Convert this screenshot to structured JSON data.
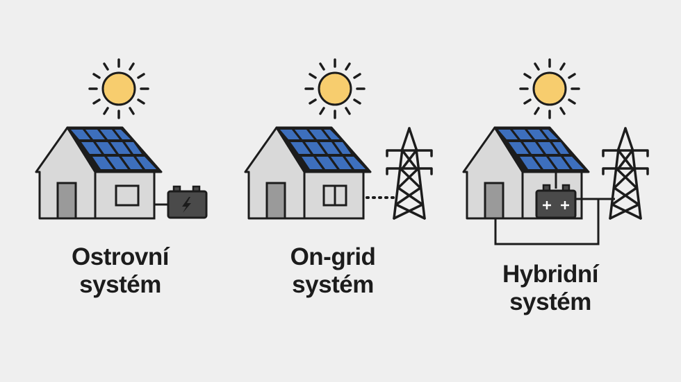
{
  "diagram": {
    "type": "solar-system-comparison",
    "colors": {
      "background": "#efefef",
      "outline": "#1c1c1c",
      "sun": "#f7cd6e",
      "panel": "#3d6fbd",
      "wall": "#d9d9d9",
      "door": "#9a9a9a",
      "battery": "#4a4a4a"
    },
    "systems": [
      {
        "id": "offgrid",
        "line1": "Ostrovní",
        "line2": "systém",
        "components": [
          "sun-icon",
          "house-with-solar-panels",
          "battery-icon"
        ],
        "battery_symbol": "lightning-bolt"
      },
      {
        "id": "ongrid",
        "line1": "On-grid",
        "line2": "systém",
        "components": [
          "sun-icon",
          "house-with-solar-panels",
          "dotted-connection",
          "power-pylon-icon"
        ]
      },
      {
        "id": "hybrid",
        "line1": "Hybridní",
        "line2": "systém",
        "components": [
          "sun-icon",
          "house-with-solar-panels",
          "battery-icon",
          "wire-connection",
          "power-pylon-icon"
        ],
        "battery_symbol": "+ +"
      }
    ]
  }
}
